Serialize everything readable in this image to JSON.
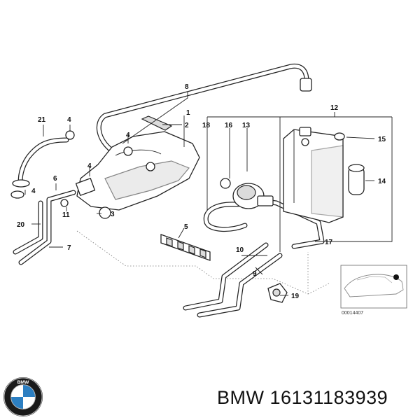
{
  "callouts": {
    "n1": "1",
    "n2": "2",
    "n3": "3",
    "n4a": "4",
    "n4b": "4",
    "n4c": "4",
    "n4d": "4",
    "n5": "5",
    "n6": "6",
    "n7": "7",
    "n8": "8",
    "n9": "9",
    "n10": "10",
    "n11": "11",
    "n12": "12",
    "n13": "13",
    "n14": "14",
    "n15": "15",
    "n16": "16",
    "n17": "17",
    "n18": "18",
    "n19": "19",
    "n20": "20",
    "n21": "21"
  },
  "inset": {
    "code": "00014407"
  },
  "footer": {
    "brand": "BMW",
    "part_number": "16131183939",
    "logo_text": "BMW"
  },
  "colors": {
    "logo_blue": "#2c7fc2",
    "logo_black": "#1a1a1a",
    "line": "#222222"
  }
}
